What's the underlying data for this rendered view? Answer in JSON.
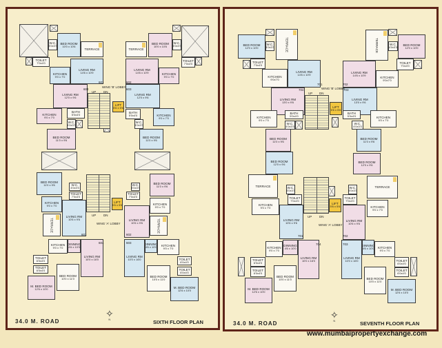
{
  "website": "www.mumbaipropertyexchange.com",
  "colors": {
    "panel_border": "#5e2419",
    "blue_room": "#d5e7f1",
    "pink_room": "#f1dde6",
    "lift": "#f2c63f",
    "background": "#f3e7bd"
  },
  "panels": [
    {
      "title": "SIXTH FLOOR PLAN",
      "road": "34.0 M. ROAD",
      "compass_label": "N",
      "units": [
        "601",
        "602",
        "604",
        "603",
        "601",
        "602",
        "604",
        "603"
      ],
      "lobbies": [
        "WING 'B' LOBBY",
        "WING 'A' LOBBY"
      ],
      "stairs": [
        "UP",
        "DN",
        "UP",
        "DN"
      ],
      "rooms": [
        {
          "label": "W.C.",
          "size": "4'0x3'3",
          "fill": "white"
        },
        {
          "label": "BED ROOM",
          "size": "10'0 x 10'6",
          "fill": "blue"
        },
        {
          "label": "TERRACE",
          "size": "",
          "fill": "terrace"
        },
        {
          "label": "TOILET",
          "size": "7'0x4'0",
          "fill": "white"
        },
        {
          "label": "KITCHEN",
          "size": "9'0 x 7'0",
          "fill": "blue"
        },
        {
          "label": "LIVING RM",
          "size": "14'6 x 10'9",
          "fill": "blue"
        },
        {
          "label": "TERRACE",
          "size": "",
          "fill": "terrace"
        },
        {
          "label": "BED ROOM",
          "size": "10'0 x 10'6",
          "fill": "pink"
        },
        {
          "label": "W.C.",
          "size": "4'0x3'3",
          "fill": "white"
        },
        {
          "label": "TOILET",
          "size": "7'0x4'0",
          "fill": "white"
        },
        {
          "label": "KITCHEN",
          "size": "9'0 x 7'0",
          "fill": "pink"
        },
        {
          "label": "LIVING RM",
          "size": "14'6 x 10'9",
          "fill": "pink"
        },
        {
          "label": "LIVING RM",
          "size": "12'0 x 9'6",
          "fill": "pink"
        },
        {
          "label": "KITCHEN",
          "size": "9'0 x 7'0",
          "fill": "pink"
        },
        {
          "label": "BATH",
          "size": "5'0x4'0",
          "fill": "white"
        },
        {
          "label": "W.C.",
          "size": "4'0x3'3",
          "fill": "white"
        },
        {
          "label": "BED ROOM",
          "size": "11'0 x 9'6",
          "fill": "pink"
        },
        {
          "label": "LIVING RM",
          "size": "12'0 x 9'6",
          "fill": "blue"
        },
        {
          "label": "BATH",
          "size": "5'0x4'0",
          "fill": "white"
        },
        {
          "label": "KITCHEN",
          "size": "9'0 x 7'0",
          "fill": "blue"
        },
        {
          "label": "W.C.",
          "size": "4'0x3'3",
          "fill": "white"
        },
        {
          "label": "BED ROOM",
          "size": "11'0 x 9'6",
          "fill": "blue"
        },
        {
          "label": "LIFT",
          "size": "5'6 x 5'6",
          "fill": "lift"
        },
        {
          "label": "BED ROOM",
          "size": "11'0 x 9'6",
          "fill": "blue"
        },
        {
          "label": "W.C.",
          "size": "4'0x3'3",
          "fill": "white"
        },
        {
          "label": "TOILET",
          "size": "7'0x4'0",
          "fill": "white"
        },
        {
          "label": "KITCHEN",
          "size": "9'0 x 7'0",
          "fill": "blue"
        },
        {
          "label": "LIVING RM",
          "size": "10'6 x 9'6",
          "fill": "blue"
        },
        {
          "label": "TERRACE",
          "size": "",
          "fill": "terrace"
        },
        {
          "label": "BED ROOM",
          "size": "11'0 x 9'6",
          "fill": "pink"
        },
        {
          "label": "W.C.",
          "size": "4'0x3'3",
          "fill": "white"
        },
        {
          "label": "TOILET",
          "size": "7'0x4'0",
          "fill": "white"
        },
        {
          "label": "KITCHEN",
          "size": "9'0 x 7'0",
          "fill": "white"
        },
        {
          "label": "LIVING RM",
          "size": "10'6 x 9'6",
          "fill": "pink"
        },
        {
          "label": "TERRACE",
          "size": "",
          "fill": "terrace"
        },
        {
          "label": "LIFT",
          "size": "5'6 x 5'6",
          "fill": "lift"
        },
        {
          "label": "KITCHEN",
          "size": "9'0 x 7'0",
          "fill": "white"
        },
        {
          "label": "DINNING",
          "size": "4'6 x 10'0",
          "fill": "pink"
        },
        {
          "label": "LIVING RM",
          "size": "10'0 x 16'0",
          "fill": "pink"
        },
        {
          "label": "TOILET",
          "size": "6'0x4'0",
          "fill": "white"
        },
        {
          "label": "TOILET",
          "size": "6'0x4'0",
          "fill": "white"
        },
        {
          "label": "BED ROOM",
          "size": "10'0 x 11'0",
          "fill": "white"
        },
        {
          "label": "M. BED ROOM",
          "size": "12'6 x 10'0",
          "fill": "pink"
        },
        {
          "label": "LIVING RM",
          "size": "10'0 x 16'0",
          "fill": "blue"
        },
        {
          "label": "DINNING",
          "size": "4'6 x 10'0",
          "fill": "blue"
        },
        {
          "label": "KITCHEN",
          "size": "9'0 x 7'0",
          "fill": "white"
        },
        {
          "label": "TOILET",
          "size": "6'0x4'0",
          "fill": "white"
        },
        {
          "label": "TOILET",
          "size": "6'0x4'0",
          "fill": "white"
        },
        {
          "label": "BED ROOM",
          "size": "10'0 x 11'0",
          "fill": "white"
        },
        {
          "label": "M. BED ROOM",
          "size": "12'6 x 10'0",
          "fill": "blue"
        }
      ]
    },
    {
      "title": "SEVENTH FLOOR PLAN",
      "road": "34.0 M. ROAD",
      "compass_label": "N",
      "units": [
        "701",
        "702",
        "704",
        "703",
        "701",
        "702",
        "704",
        "703"
      ],
      "lobbies": [
        "WING 'B' LOBBY",
        "WING 'A' LOBBY"
      ],
      "stairs": [
        "UP",
        "DN",
        "UP",
        "DN"
      ],
      "rooms": [
        {
          "label": "BED ROOM",
          "size": "12'0 x 10'0",
          "fill": "blue"
        },
        {
          "label": "W.C.",
          "size": "4'0x3'3",
          "fill": "white"
        },
        {
          "label": "TERRACE",
          "size": "",
          "fill": "terrace"
        },
        {
          "label": "TOILET",
          "size": "7'0x4'0",
          "fill": "white"
        },
        {
          "label": "KITCHEN",
          "size": "9'0x7'0",
          "fill": "white"
        },
        {
          "label": "LIVING RM",
          "size": "14'6 x 10'9",
          "fill": "blue"
        },
        {
          "label": "TERRACE",
          "size": "",
          "fill": "terrace"
        },
        {
          "label": "W.C.",
          "size": "4'0x3'3",
          "fill": "white"
        },
        {
          "label": "BED ROOM",
          "size": "12'0 x 10'0",
          "fill": "pink"
        },
        {
          "label": "TOILET",
          "size": "7'0x4'0",
          "fill": "white"
        },
        {
          "label": "KITCHEN",
          "size": "9'0x7'0",
          "fill": "white"
        },
        {
          "label": "LIVING RM",
          "size": "14'6 x 10'9",
          "fill": "pink"
        },
        {
          "label": "LIVING RM",
          "size": "13'0 x 9'6",
          "fill": "pink"
        },
        {
          "label": "KITCHEN",
          "size": "9'0 x 7'0",
          "fill": "white"
        },
        {
          "label": "BATH",
          "size": "5'0x4'0",
          "fill": "white"
        },
        {
          "label": "W.C.",
          "size": "4'0x3'3",
          "fill": "white"
        },
        {
          "label": "BED ROOM",
          "size": "11'0 x 9'6",
          "fill": "pink"
        },
        {
          "label": "LIVING RM",
          "size": "13'0 x 9'6",
          "fill": "blue"
        },
        {
          "label": "BATH",
          "size": "5'0x4'0",
          "fill": "white"
        },
        {
          "label": "KITCHEN",
          "size": "9'0 x 7'0",
          "fill": "white"
        },
        {
          "label": "W.C.",
          "size": "4'0x3'3",
          "fill": "white"
        },
        {
          "label": "BED ROOM",
          "size": "11'0 x 9'6",
          "fill": "blue"
        },
        {
          "label": "LIFT",
          "size": "5'6 x 5'6",
          "fill": "lift"
        },
        {
          "label": "BED ROOM",
          "size": "12'0 x 9'6",
          "fill": "blue"
        },
        {
          "label": "TERRACE",
          "size": "",
          "fill": "terrace"
        },
        {
          "label": "W.C.",
          "size": "4'0x3'3",
          "fill": "white"
        },
        {
          "label": "TOILET",
          "size": "7'0x4'0",
          "fill": "white"
        },
        {
          "label": "KITCHEN",
          "size": "9'0 x 7'0",
          "fill": "white"
        },
        {
          "label": "LIVING RM",
          "size": "10'6 x 9'6",
          "fill": "blue"
        },
        {
          "label": "BED ROOM",
          "size": "12'0 x 9'6",
          "fill": "pink"
        },
        {
          "label": "TERRACE",
          "size": "",
          "fill": "terrace"
        },
        {
          "label": "W.C.",
          "size": "4'0x3'3",
          "fill": "white"
        },
        {
          "label": "TOILET",
          "size": "7'0x4'0",
          "fill": "white"
        },
        {
          "label": "KITCHEN",
          "size": "9'0 x 7'0",
          "fill": "white"
        },
        {
          "label": "LIVING RM",
          "size": "10'6 x 9'6",
          "fill": "pink"
        },
        {
          "label": "LIFT",
          "size": "5'6 x 5'6",
          "fill": "lift"
        },
        {
          "label": "KITCHEN",
          "size": "9'0 x 7'0",
          "fill": "white"
        },
        {
          "label": "DINNING",
          "size": "4'6 x 10'0",
          "fill": "pink"
        },
        {
          "label": "LIVING RM",
          "size": "10'0 x 16'0",
          "fill": "pink"
        },
        {
          "label": "TOILET",
          "size": "6'0x4'0",
          "fill": "white"
        },
        {
          "label": "TOILET",
          "size": "6'0x4'0",
          "fill": "white"
        },
        {
          "label": "BED ROOM",
          "size": "10'0 x 11'0",
          "fill": "white"
        },
        {
          "label": "M. BED ROOM",
          "size": "12'6 x 10'0",
          "fill": "pink"
        },
        {
          "label": "LIVING RM",
          "size": "10'0 x 16'0",
          "fill": "blue"
        },
        {
          "label": "DINNING",
          "size": "4'6 x 10'0",
          "fill": "blue"
        },
        {
          "label": "KITCHEN",
          "size": "9'0 x 7'0",
          "fill": "white"
        },
        {
          "label": "TOILET",
          "size": "6'0x4'0",
          "fill": "white"
        },
        {
          "label": "TOILET",
          "size": "6'0x4'0",
          "fill": "white"
        },
        {
          "label": "BED ROOM",
          "size": "10'0 x 11'0",
          "fill": "white"
        },
        {
          "label": "M. BED ROOM",
          "size": "12'6 x 10'0",
          "fill": "blue"
        }
      ]
    }
  ]
}
